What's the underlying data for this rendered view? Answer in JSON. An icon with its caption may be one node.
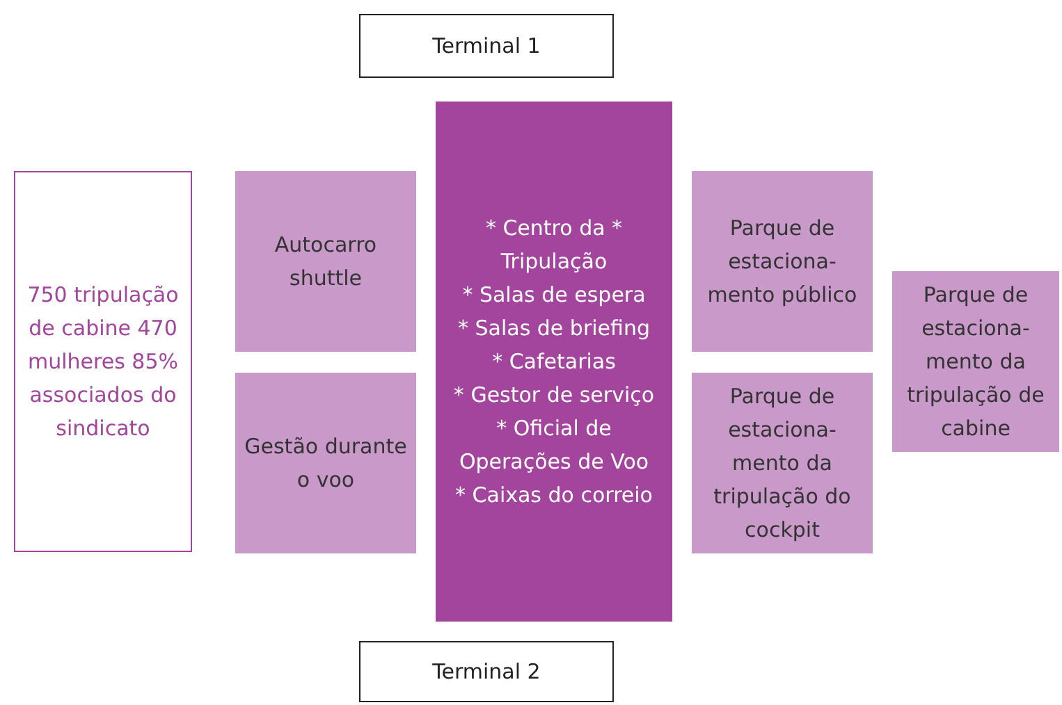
{
  "diagram": {
    "nodes": [
      {
        "text": [
          "Terminal 1"
        ]
      },
      {
        "text": [
          "750 tripulação de cabine 470 mulheres 85% associados do sindicato"
        ]
      },
      {
        "text": [
          "Autocarro shuttle"
        ]
      },
      {
        "text": [
          "Gestão durante o voo"
        ]
      },
      {
        "text": [
          "* Centro da * Tripulação",
          "* Salas de espera",
          "* Salas de briefing",
          "* Cafetarias",
          "* Gestor de serviço",
          "* Oficial de Operações de Voo",
          "* Caixas do correio"
        ]
      },
      {
        "text": [
          "Parque de estaciona-mento público"
        ]
      },
      {
        "text": [
          "Parque de estaciona-mento da tripulação do cockpit"
        ]
      },
      {
        "text": [
          "Parque de estaciona-mento da tripulação de cabine"
        ]
      },
      {
        "text": [
          "Terminal 2"
        ]
      }
    ],
    "edges": []
  }
}
